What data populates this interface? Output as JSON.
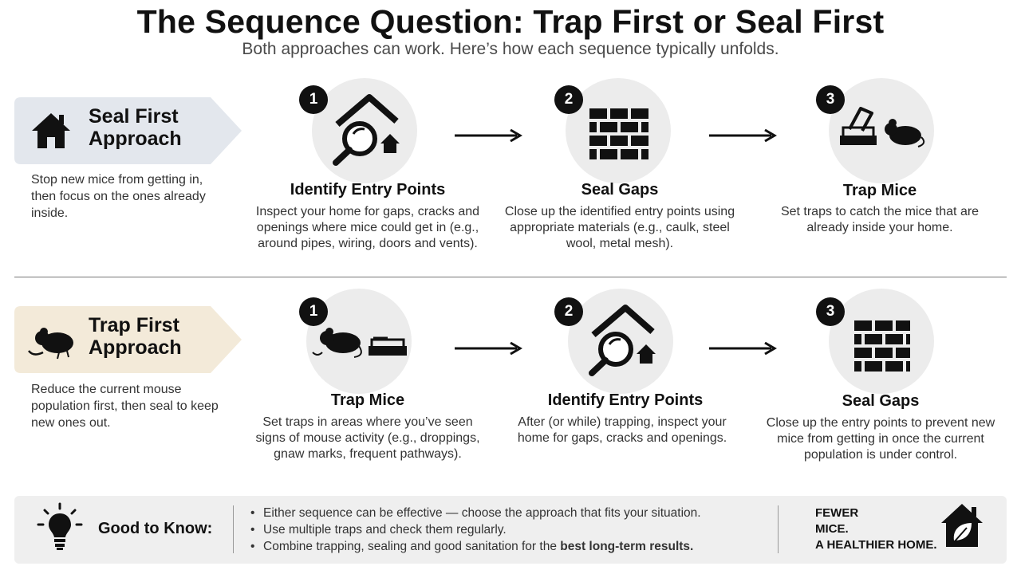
{
  "header": {
    "title": "The Sequence Question: Trap First or Seal First",
    "subtitle": "Both approaches can work. Here’s how each sequence typically unfolds."
  },
  "seal_first": {
    "approach_line1": "Seal First",
    "approach_line2": "Approach",
    "description": "Stop new mice from getting in, then focus on the ones already inside.",
    "banner_color": "#e3e7ed",
    "steps": [
      {
        "number": "1",
        "title": "Identify Entry Points",
        "description": "Inspect your home for gaps, cracks and openings where mice could get in (e.g., around pipes, wiring, doors and vents).",
        "icon": "house-magnifier-icon"
      },
      {
        "number": "2",
        "title": "Seal Gaps",
        "description": "Close up the identified entry points using appropriate materials (e.g., caulk, steel wool, metal mesh).",
        "icon": "brick-wall-icon"
      },
      {
        "number": "3",
        "title": "Trap Mice",
        "description": "Set traps to catch the mice that are already inside your home.",
        "icon": "trap-and-mouse-icon"
      }
    ]
  },
  "trap_first": {
    "approach_line1": "Trap First",
    "approach_line2": "Approach",
    "description": "Reduce the current mouse population first, then seal to keep new ones out.",
    "banner_color": "#f3ead9",
    "steps": [
      {
        "number": "1",
        "title": "Trap Mice",
        "description": "Set traps in areas where you’ve seen signs of mouse activity (e.g., droppings, gnaw marks, frequent pathways).",
        "icon": "mouse-and-trap-icon"
      },
      {
        "number": "2",
        "title": "Identify Entry Points",
        "description": "After (or while) trapping, inspect your home for gaps, cracks and openings.",
        "icon": "house-magnifier-icon"
      },
      {
        "number": "3",
        "title": "Seal Gaps",
        "description": "Close up the entry points to prevent new mice from getting in once the current population is under control.",
        "icon": "brick-wall-icon"
      }
    ]
  },
  "good_to_know": {
    "label": "Good to Know:",
    "icon": "lightbulb-icon",
    "tips": [
      "Either sequence can be effective — choose the approach that fits your situation.",
      "Use multiple traps and check them regularly."
    ],
    "tip3_prefix": "Combine trapping, sealing and good sanitation for the ",
    "tip3_bold": "best long-term results.",
    "slogan_line1": "FEWER",
    "slogan_line2": "MICE.",
    "slogan_line3": "A HEALTHIER HOME.",
    "slogan_icon": "house-leaf-icon"
  }
}
